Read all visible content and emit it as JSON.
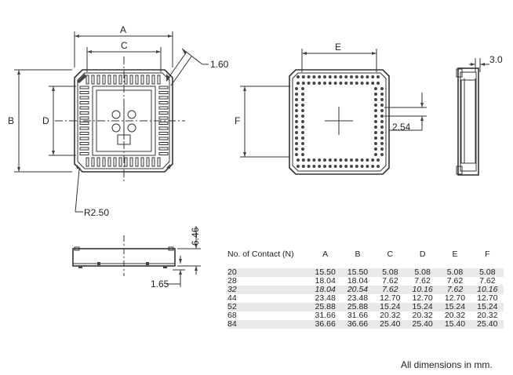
{
  "dimensions": {
    "A": "A",
    "B": "B",
    "C": "C",
    "D": "D",
    "E": "E",
    "F": "F",
    "lead_pitch": "1.60",
    "corner_radius": "R2.50",
    "height": "6.46",
    "standoff": "1.65",
    "pin_spacing": "2.54",
    "side_width": "3.0"
  },
  "table": {
    "headers": [
      "No. of Contact (N)",
      "A",
      "B",
      "C",
      "D",
      "E",
      "F"
    ],
    "rows": [
      {
        "cells": [
          "20",
          "15.50",
          "15.50",
          "5.08",
          "5.08",
          "5.08",
          "5.08"
        ],
        "shaded": true,
        "italic": false
      },
      {
        "cells": [
          "28",
          "18.04",
          "18.04",
          "7.62",
          "7.62",
          "7.62",
          "7.62"
        ],
        "shaded": false,
        "italic": false
      },
      {
        "cells": [
          "32",
          "18.04",
          "20.54",
          "7.62",
          "10.16",
          "7.62",
          "10.16"
        ],
        "shaded": true,
        "italic": true
      },
      {
        "cells": [
          "44",
          "23.48",
          "23.48",
          "12.70",
          "12.70",
          "12.70",
          "12.70"
        ],
        "shaded": false,
        "italic": false
      },
      {
        "cells": [
          "52",
          "25.88",
          "25.88",
          "15.24",
          "15.24",
          "15.24",
          "15.24"
        ],
        "shaded": true,
        "italic": false
      },
      {
        "cells": [
          "68",
          "31.66",
          "31.66",
          "20.32",
          "20.32",
          "20.32",
          "20.32"
        ],
        "shaded": false,
        "italic": false
      },
      {
        "cells": [
          "84",
          "36.66",
          "36.66",
          "25.40",
          "25.40",
          "15.40",
          "25.40"
        ],
        "shaded": true,
        "italic": false
      }
    ]
  },
  "note": "All dimensions in mm."
}
